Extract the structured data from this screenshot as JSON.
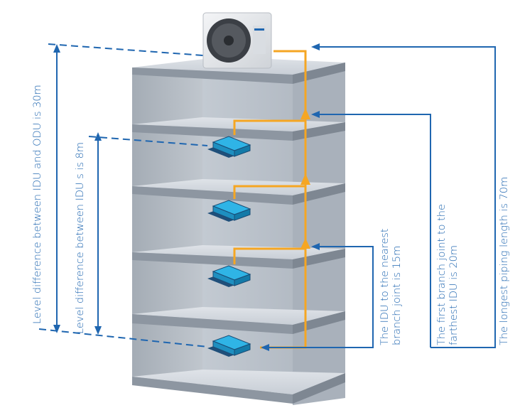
{
  "labels": {
    "odu_level": "Level difference between IDU and ODU is 30m",
    "idu_level": "Level difference between IDU s is 8m",
    "nearest_joint_line1": "The IDU to the nearest",
    "nearest_joint_line2": "branch joint is 15m",
    "farthest_line1": "The first branch joint to the",
    "farthest_line2": "farthest IDU is 20m",
    "longest": "The longest piping length is 70m"
  },
  "colors": {
    "pipe": "#f5a623",
    "dimension": "#1f66b0",
    "idu_unit": "#2fb4e6",
    "floor_slab": "#9fa7b1",
    "wall": "#b4bcc6"
  },
  "icons": {
    "outdoor_unit": "odu-icon",
    "indoor_unit": "idu-icon"
  }
}
